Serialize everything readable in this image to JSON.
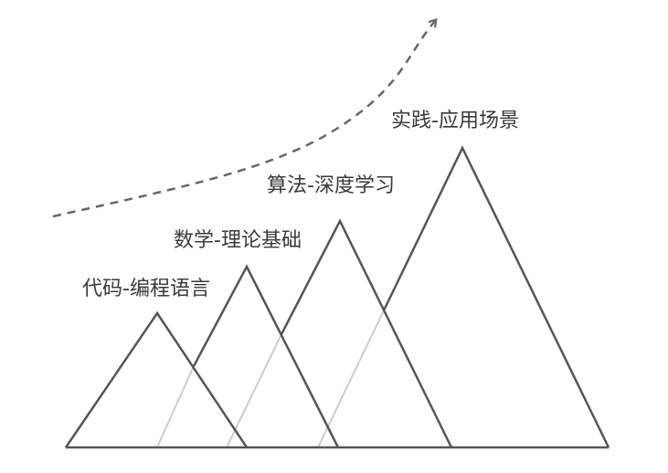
{
  "diagram": {
    "kind": "mountain-levels",
    "levels": [
      {
        "label": "代码-编程语言",
        "order": 1
      },
      {
        "label": "数学-理论基础",
        "order": 2
      },
      {
        "label": "算法-深度学习",
        "order": 3
      },
      {
        "label": "实践-应用场景",
        "order": 4
      }
    ],
    "trend_arrow": "dashed-upward-curve",
    "colors": {
      "outline": "#555555",
      "hidden_line": "#cccccc",
      "arrow": "#666666",
      "text": "#3a3a3a"
    }
  }
}
